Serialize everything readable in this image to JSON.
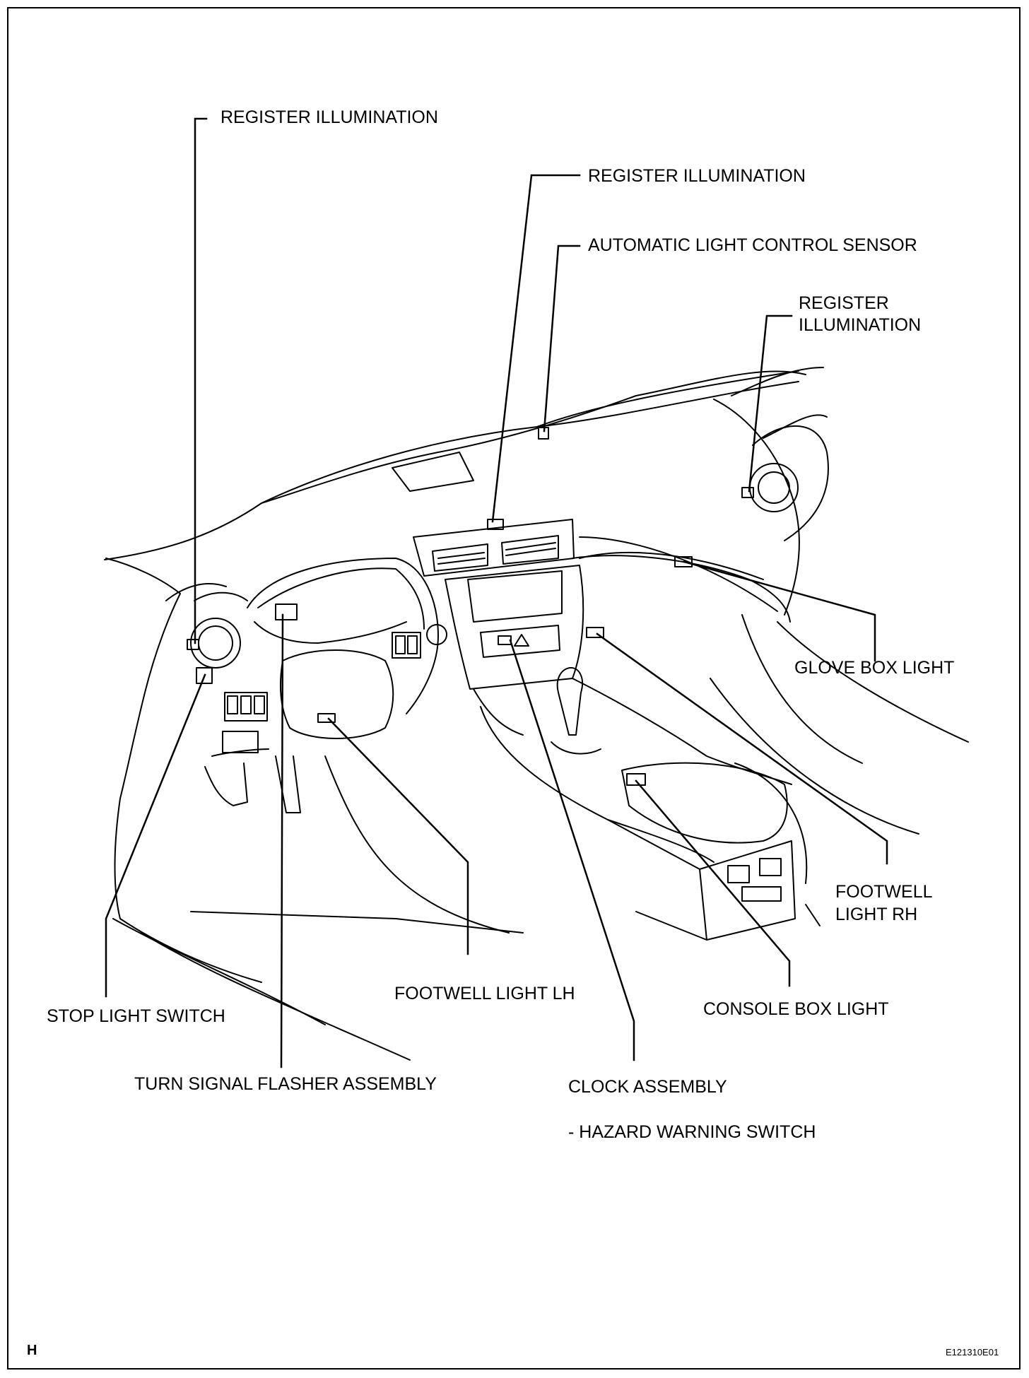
{
  "labels": {
    "register_illumination_left": "REGISTER ILLUMINATION",
    "register_illumination_center": "REGISTER ILLUMINATION",
    "automatic_light_control_sensor": "AUTOMATIC LIGHT CONTROL SENSOR",
    "register_illumination_right_line1": "REGISTER",
    "register_illumination_right_line2": "ILLUMINATION",
    "glove_box_light": "GLOVE BOX LIGHT",
    "footwell_light_rh_line1": "FOOTWELL",
    "footwell_light_rh_line2": "LIGHT RH",
    "console_box_light": "CONSOLE BOX LIGHT",
    "footwell_light_lh": "FOOTWELL LIGHT LH",
    "stop_light_switch": "STOP LIGHT SWITCH",
    "turn_signal_flasher_assembly": "TURN SIGNAL FLASHER ASSEMBLY",
    "clock_assembly": "CLOCK ASSEMBLY",
    "hazard_warning_switch": "- HAZARD WARNING SWITCH"
  },
  "footer": {
    "section_letter": "H",
    "figure_code": "E121310E01"
  }
}
